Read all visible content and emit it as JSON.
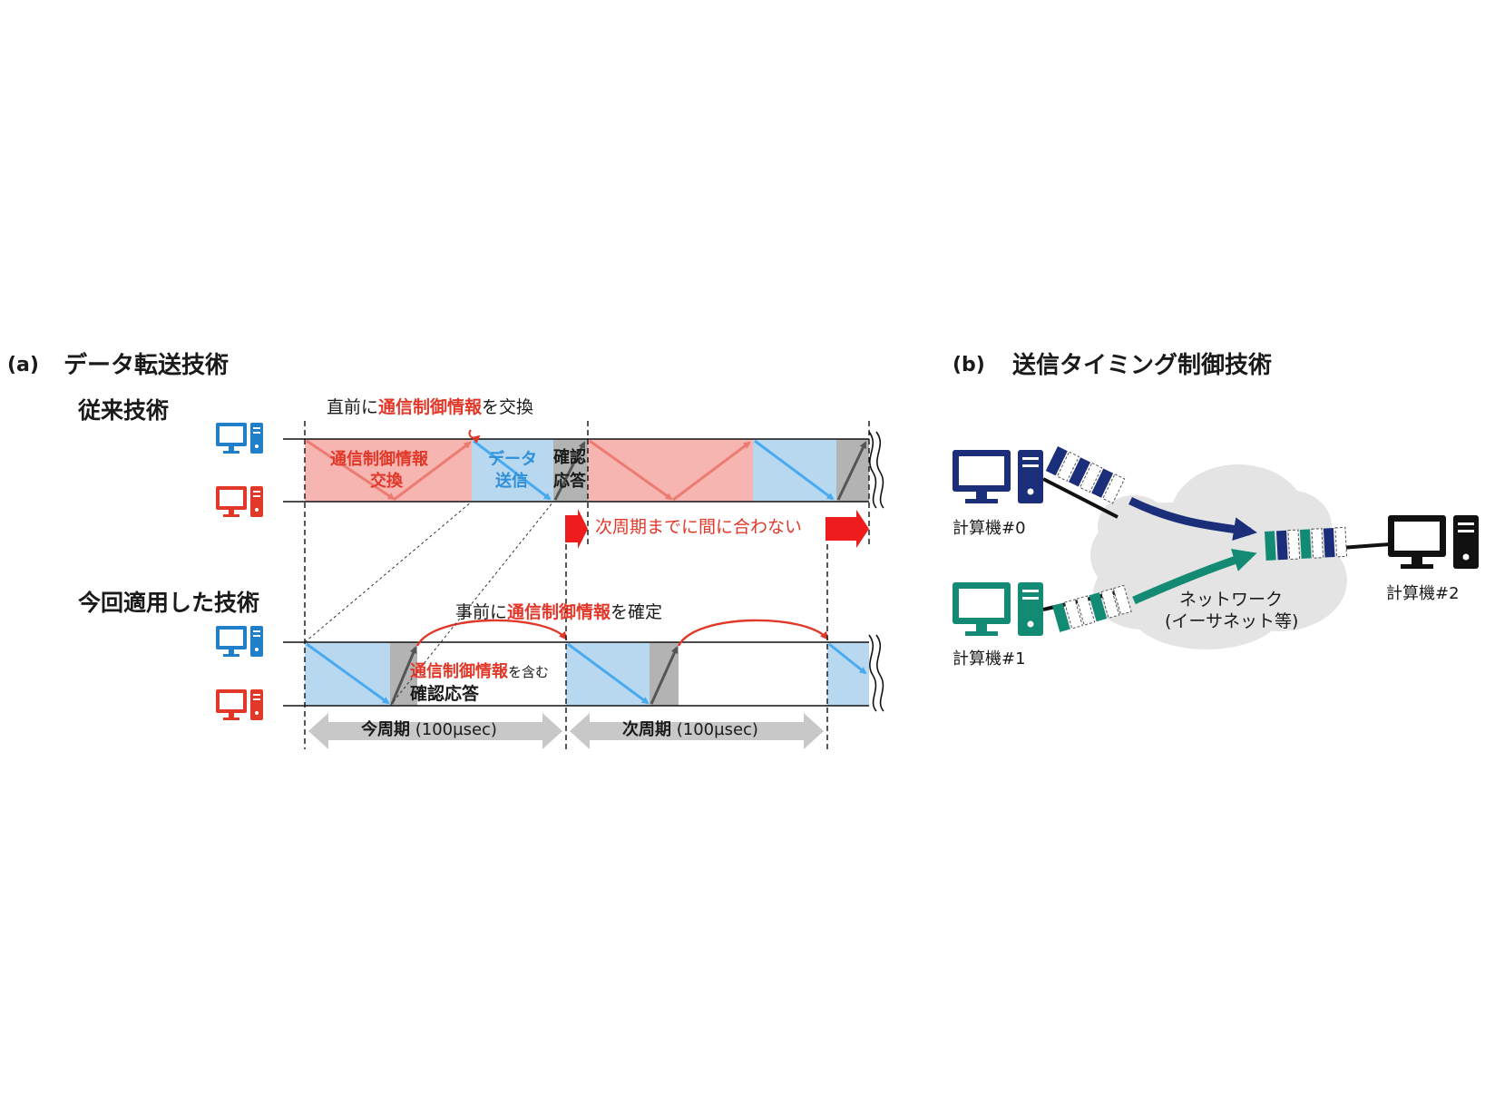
{
  "colors": {
    "red_block": "#f6b5b0",
    "blue_block": "#b8d8ef",
    "gray_block": "#b3b3b3",
    "red_text": "#e2382a",
    "blue_text": "#2f8fd8",
    "pc_blue": "#1f7fc8",
    "pc_red": "#e2382a",
    "navy": "#1b2e7a",
    "teal": "#138a74",
    "black": "#111111",
    "cloud": "#e4e4e4"
  },
  "panel_a": {
    "heading_prefix": "(a)",
    "heading": "データ転送技術",
    "conventional": {
      "title": "従来技術",
      "top_note_prefix": "直前に",
      "top_note_emphasis": "通信制御情報",
      "top_note_suffix": "を交換",
      "block_exchange_line1": "通信制御情報",
      "block_exchange_line2": "交換",
      "block_send_line1": "データ",
      "block_send_line2": "送信",
      "block_ack_line1": "確認",
      "block_ack_line2": "応答",
      "miss_note": "次周期までに間に合わない"
    },
    "applied": {
      "title": "今回適用した技術",
      "top_note_prefix": "事前に",
      "top_note_emphasis": "通信制御情報",
      "top_note_suffix": "を確定",
      "ack_note_emphasis": "通信制御情報",
      "ack_note_suffix": "を含む",
      "ack_note_line2": "確認応答"
    },
    "period_current_label": "今周期",
    "period_current_value": "(100µsec)",
    "period_next_label": "次周期",
    "period_next_value": "(100µsec)"
  },
  "panel_b": {
    "heading_prefix": "(b)",
    "heading": "送信タイミング制御技術",
    "computer0": "計算機#0",
    "computer1": "計算機#1",
    "computer2": "計算機#2",
    "network_line1": "ネットワーク",
    "network_line2": "(イーサネット等)"
  }
}
